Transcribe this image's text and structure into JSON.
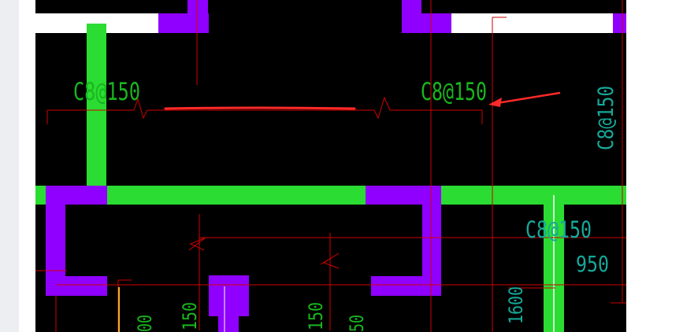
{
  "app": {
    "name": "CAD drawing screenshot"
  },
  "drawing": {
    "background": "#000000",
    "colors": {
      "wall_white": "#ffffff",
      "column_purple": "#8f00ff",
      "beam_green": "#2bdc32",
      "guide_red": "#d00000",
      "label_green": "#19b61e",
      "label_teal": "#17a89a",
      "annotation_red": "#ff2a2a",
      "accent_orange": "#f3b12a"
    },
    "labels": {
      "rebar_left": "C8@150",
      "rebar_right": "C8@150",
      "rebar_vertical": "C8@150",
      "rebar_lower": "C8@150",
      "dim_950": "950",
      "dim_1600": "1600",
      "dim_150_a": "150",
      "dim_150_b": "150",
      "dim_partial_a": "00",
      "dim_partial_b": "50"
    },
    "annotations": {
      "arrow_icon": "red-arrow",
      "underline_icon": "red-underline"
    }
  }
}
